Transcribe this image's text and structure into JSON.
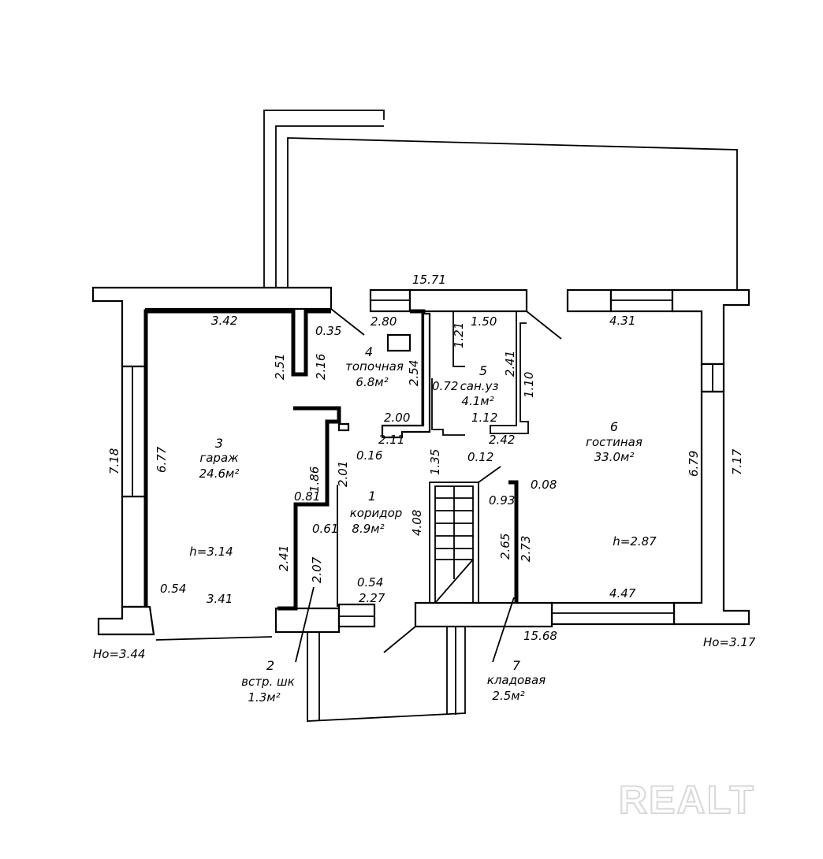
{
  "rooms": [
    {
      "num": "1",
      "name": "коридор",
      "area": "8.9м²"
    },
    {
      "num": "2",
      "name": "встр. шк",
      "area": "1.3м²"
    },
    {
      "num": "3",
      "name": "гараж",
      "area": "24.6м²"
    },
    {
      "num": "4",
      "name": "топочная",
      "area": "6.8м²"
    },
    {
      "num": "5",
      "name": "сан.уз",
      "area": "4.1м²"
    },
    {
      "num": "6",
      "name": "гостиная",
      "area": "33.0м²"
    },
    {
      "num": "7",
      "name": "кладовая",
      "area": "2.5м²"
    }
  ],
  "heights": {
    "garage": "h=3.14",
    "living": "h=2.87",
    "ho_left": "Hо=3.44",
    "ho_right": "Hо=3.17"
  },
  "dims": {
    "top_total": "15.71",
    "bottom_total": "15.68",
    "garage_top": "3.42",
    "garage_left_outer": "7.18",
    "garage_left_inner": "6.77",
    "garage_bottom": "3.41",
    "garage_corner": "0.54",
    "pier_left": "2.51",
    "pier_right": "2.16",
    "pier_width": "0.35",
    "boiler_top": "2.80",
    "boiler_right": "2.54",
    "boiler_bottom": "2.00",
    "wc_top": "1.50",
    "wc_left": "1.21",
    "wc_right": "2.41",
    "wc_mid": "0.72",
    "wc_bottom": "1.12",
    "wc_outer": "1.10",
    "wc_step": "0.12",
    "wc_bottom2": "2.42",
    "corr_a": "2.11",
    "corr_b": "0.16",
    "corr_c": "2.01",
    "corr_d": "1.86",
    "corr_e": "0.81",
    "corr_f": "0.61",
    "corr_g": "2.41",
    "corr_h": "2.07",
    "corr_i": "0.54",
    "corr_j": "2.27",
    "corr_k": "1.35",
    "stairs": "4.08",
    "store_a": "0.93",
    "store_b": "0.08",
    "store_c": "2.65",
    "store_d": "2.73",
    "living_top": "4.31",
    "living_bottom": "4.47",
    "living_inner": "6.79",
    "living_outer": "7.17"
  },
  "watermark": "REALT"
}
